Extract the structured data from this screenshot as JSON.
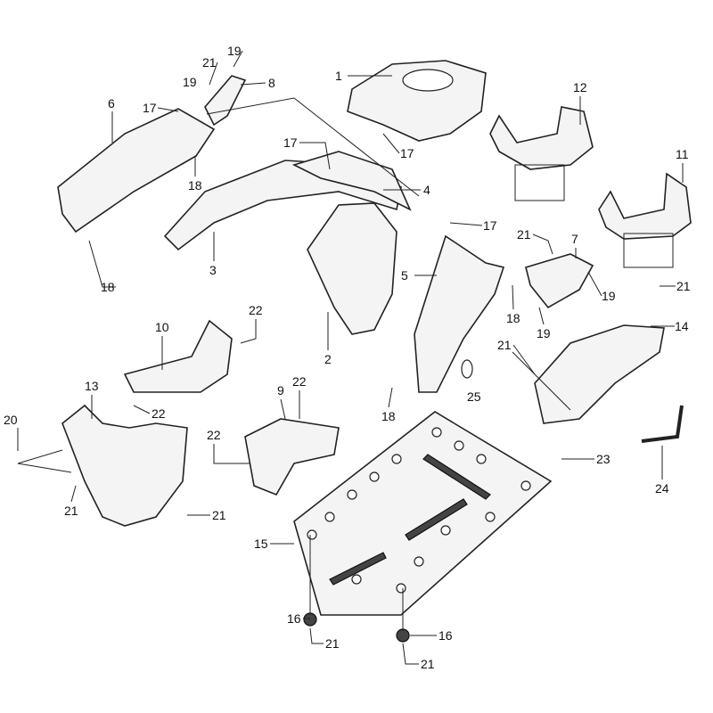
{
  "diagram": {
    "type": "exploded-parts-diagram",
    "callouts": [
      "1",
      "19",
      "21",
      "8",
      "19",
      "6",
      "17",
      "17",
      "17",
      "18",
      "4",
      "12",
      "11",
      "17",
      "21",
      "7",
      "3",
      "18",
      "5",
      "19",
      "21",
      "18",
      "19",
      "22",
      "10",
      "2",
      "14",
      "21",
      "13",
      "22",
      "9",
      "25",
      "18",
      "22",
      "20",
      "22",
      "23",
      "24",
      "21",
      "21",
      "15",
      "16",
      "16",
      "21",
      "21"
    ]
  }
}
